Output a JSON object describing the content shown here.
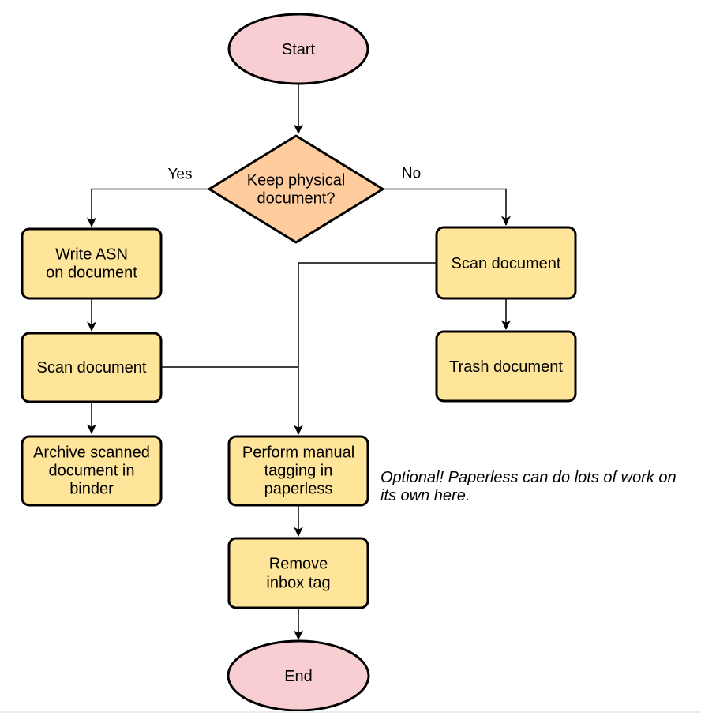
{
  "diagram": {
    "colors": {
      "background": "#ffffff",
      "terminal_fill": "#f9ced2",
      "decision_fill": "#ffcc9e",
      "process_fill": "#ffe599",
      "line": "#000000",
      "bottom_rule": "#ececec"
    },
    "nodes": {
      "start": {
        "label": "Start"
      },
      "decision": {
        "lines": [
          "Keep physical",
          "document?"
        ]
      },
      "write_asn": {
        "lines": [
          "Write ASN",
          "on document"
        ]
      },
      "scan_left": {
        "label": "Scan document"
      },
      "archive": {
        "lines": [
          "Archive scanned",
          "document in",
          "binder"
        ]
      },
      "scan_right": {
        "label": "Scan document"
      },
      "trash": {
        "label": "Trash document"
      },
      "tagging": {
        "lines": [
          "Perform manual",
          "tagging in",
          "paperless"
        ]
      },
      "remove_inbox": {
        "lines": [
          "Remove",
          "inbox tag"
        ]
      },
      "end": {
        "label": "End"
      }
    },
    "edge_labels": {
      "yes": "Yes",
      "no": "No"
    },
    "annotation": {
      "lines": [
        "Optional! Paperless can do lots of work on",
        "its own here."
      ]
    }
  }
}
